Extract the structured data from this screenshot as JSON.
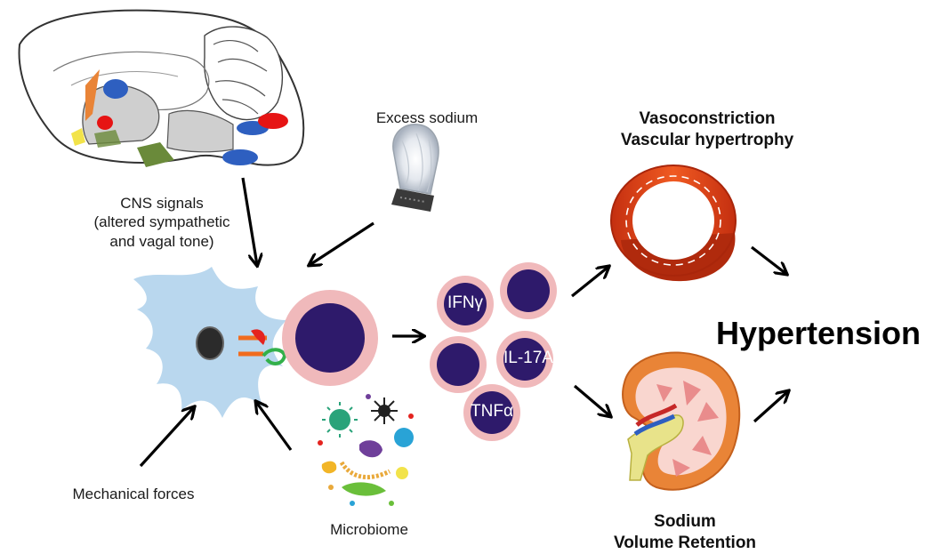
{
  "labels": {
    "excess_sodium": "Excess sodium",
    "cns_signals_line1": "CNS signals",
    "cns_signals_line2": "(altered sympathetic",
    "cns_signals_line3": "and vagal tone)",
    "mechanical_forces": "Mechanical forces",
    "microbiome": "Microbiome",
    "vasoconstriction": "Vasoconstriction",
    "vascular_hypertrophy": "Vascular hypertrophy",
    "sodium": "Sodium",
    "volume_retention": "Volume Retention",
    "hypertension": "Hypertension"
  },
  "cytokines": {
    "ifn": "IFNγ",
    "il17": "IL-17A",
    "tnf": "TNFα"
  },
  "icons": [
    "brain-icon",
    "salt-shaker-icon",
    "dendritic-cell-icon",
    "t-cell-icon",
    "microbiome-icon",
    "artery-ring-icon",
    "kidney-icon"
  ],
  "colors": {
    "dendritic_cell": "#b9d7ee",
    "t_cell_core": "#2e1a6b",
    "t_cell_halo": "#f0b9bb",
    "artery": "#e8431c",
    "arrow": "#000000"
  }
}
